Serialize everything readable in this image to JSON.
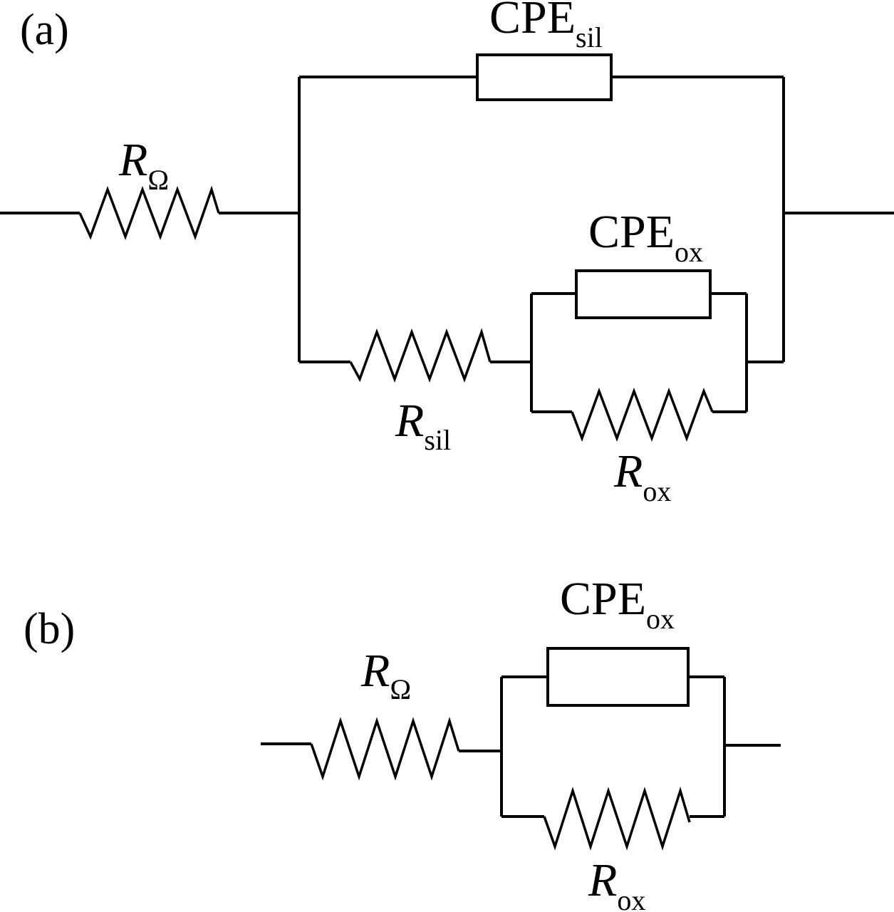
{
  "panels": {
    "a": {
      "label": "(a)",
      "r_ohm": {
        "symbol": "R",
        "subscript": "Ω"
      },
      "cpe_sil": {
        "symbol": "CPE",
        "subscript": "sil"
      },
      "cpe_ox": {
        "symbol": "CPE",
        "subscript": "ox"
      },
      "r_sil": {
        "symbol": "R",
        "subscript": "sil"
      },
      "r_ox": {
        "symbol": "R",
        "subscript": "ox"
      }
    },
    "b": {
      "label": "(b)",
      "r_ohm": {
        "symbol": "R",
        "subscript": "Ω"
      },
      "cpe_ox": {
        "symbol": "CPE",
        "subscript": "ox"
      },
      "r_ox": {
        "symbol": "R",
        "subscript": "ox"
      }
    }
  },
  "colors": {
    "line": "#000000",
    "background": "#ffffff"
  }
}
